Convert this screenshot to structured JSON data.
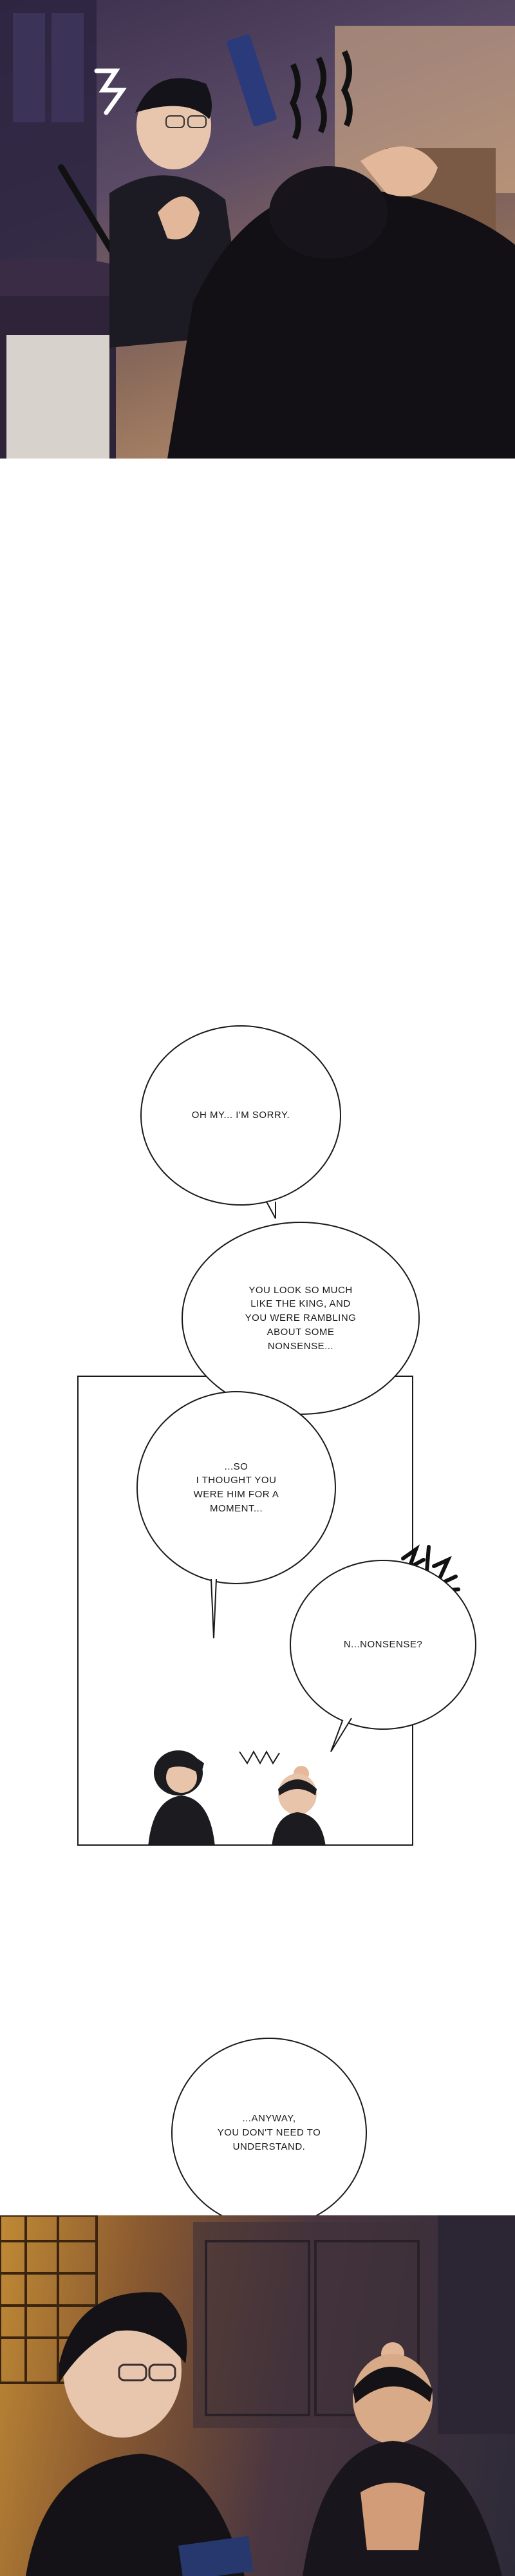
{
  "dialogue": {
    "bubble1": "OH MY... I'M SORRY.",
    "bubble2": "YOU LOOK SO MUCH\nLIKE THE KING, AND\nYOU WERE RAMBLING\nABOUT SOME\nNONSENSE...",
    "bubble3": "...SO\nI THOUGHT YOU\nWERE HIM FOR A\nMOMENT...",
    "bubble4": "N...NONSENSE?",
    "bubble5": "...ANYWAY,\nYOU DON'T NEED TO\nUNDERSTAND."
  },
  "colors": {
    "ink": "#1a1a1a",
    "bubble_fill": "#ffffff",
    "scene_top": "#4a3d5c",
    "scene_bottom": "#8a5a30"
  }
}
